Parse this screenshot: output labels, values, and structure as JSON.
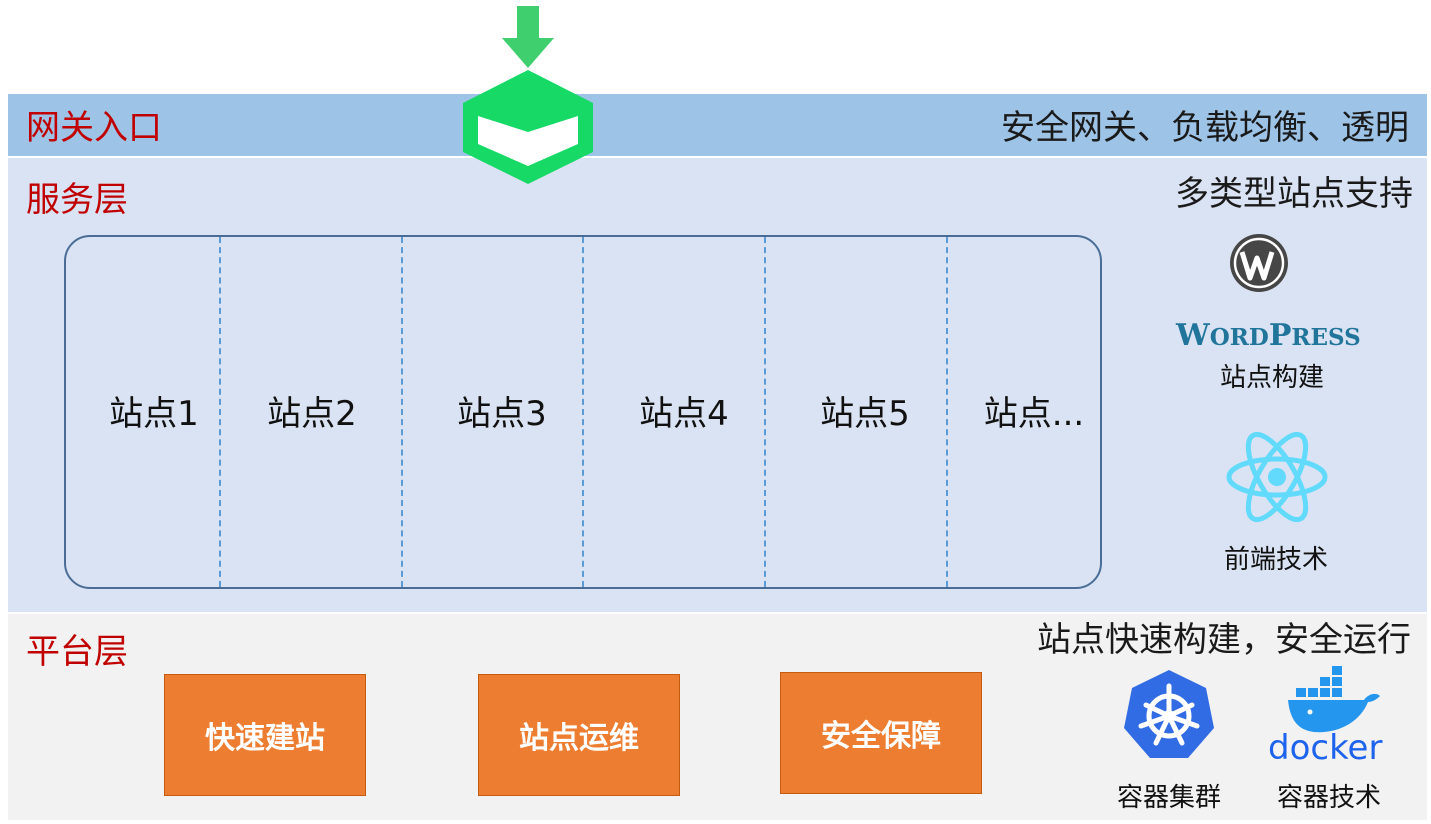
{
  "gateway": {
    "label": "网关入口",
    "right_title": "安全网关、负载均衡、透明"
  },
  "service": {
    "label": "服务层",
    "right_title": "多类型站点支持",
    "sites": [
      "站点1",
      "站点2",
      "站点3",
      "站点4",
      "站点5",
      "站点..."
    ],
    "tech": [
      {
        "icon": "wordpress-icon",
        "logo_text_big_w": "W",
        "logo_text_rest_1": "ORD",
        "logo_text_big_p": "P",
        "logo_text_rest_2": "RESS",
        "caption": "站点构建"
      },
      {
        "icon": "react-icon",
        "caption": "前端技术"
      }
    ]
  },
  "platform": {
    "label": "平台层",
    "right_title": "站点快速构建，安全运行",
    "features": [
      "快速建站",
      "站点运维",
      "安全保障"
    ],
    "tech": [
      {
        "icon": "kubernetes-icon",
        "caption": "容器集群"
      },
      {
        "icon": "docker-icon",
        "logo_text": "docker",
        "caption": "容器技术"
      }
    ]
  },
  "colors": {
    "gateway_band": "#9dc3e6",
    "service_band": "#dae3f3",
    "platform_band": "#f2f2f2",
    "layer_label": "#c00000",
    "feature_box": "#ed7d31",
    "gateway_icon": "#16d966",
    "site_divider": "#5b9bd5"
  }
}
